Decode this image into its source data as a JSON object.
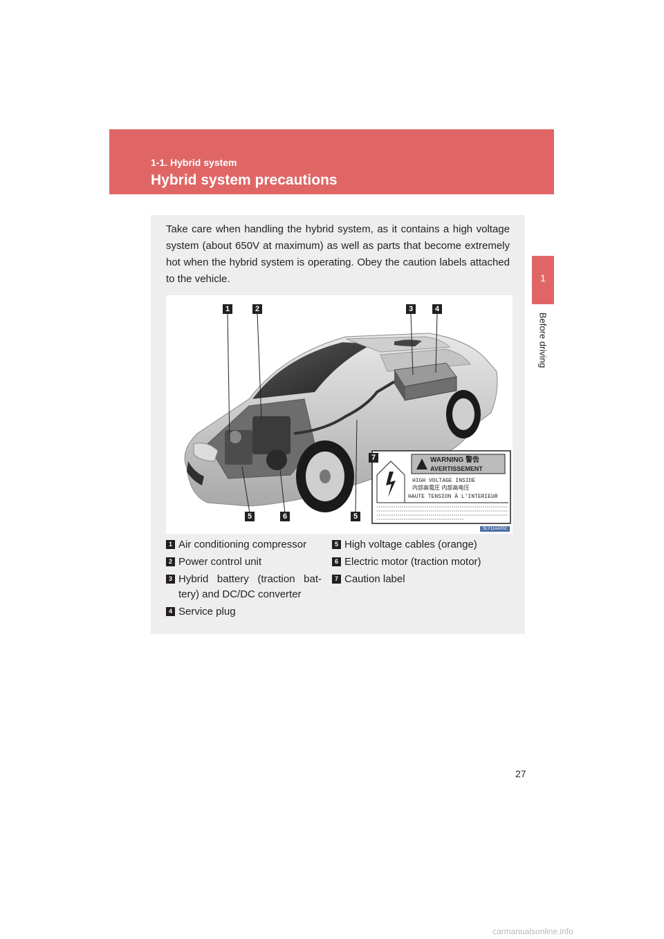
{
  "header": {
    "section": "1-1. Hybrid system",
    "title": "Hybrid system precautions"
  },
  "side_tab": {
    "number": "1",
    "label": "Before driving"
  },
  "intro_text": "Take care when handling the hybrid system, as it contains a high voltage system (about 650V at maximum) as well as parts that become extremely hot when the hybrid system is operating. Obey the caution labels attached to the vehicle.",
  "figure": {
    "code": "SLY11AA002",
    "callouts": [
      "1",
      "2",
      "3",
      "4",
      "5",
      "6",
      "5",
      "7"
    ],
    "warning_label": {
      "line1": "WARNING  警告",
      "line2": "AVERTISSEMENT",
      "line3": "HIGH VOLTAGE INSIDE",
      "line4": "内部高電圧  内部高电压",
      "line5": "HAUTE TENSION À L'INTERIEUR"
    }
  },
  "legend": {
    "left": [
      {
        "num": "1",
        "text": "Air conditioning compressor"
      },
      {
        "num": "2",
        "text": "Power control unit"
      },
      {
        "num": "3",
        "text": "Hybrid battery (traction bat- tery) and DC/DC converter"
      },
      {
        "num": "4",
        "text": "Service plug"
      }
    ],
    "right": [
      {
        "num": "5",
        "text": "High voltage cables (orange)"
      },
      {
        "num": "6",
        "text": "Electric motor (traction motor)"
      },
      {
        "num": "7",
        "text": "Caution label"
      }
    ]
  },
  "page_number": "27",
  "watermark": "carmanualsonline.info"
}
